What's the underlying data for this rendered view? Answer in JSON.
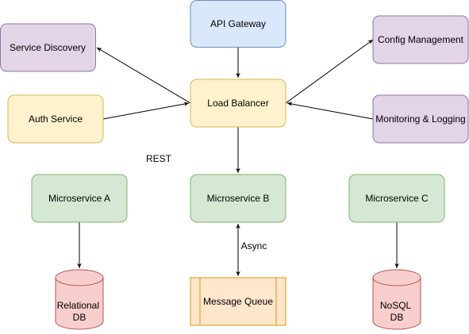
{
  "colors": {
    "blue_fill": "#dae8fc",
    "blue_stroke": "#6c8ebf",
    "yellow_fill": "#fff2cc",
    "yellow_stroke": "#d6b656",
    "purple_fill": "#e1d5e7",
    "purple_stroke": "#9673a6",
    "green_fill": "#d5e8d4",
    "green_stroke": "#82b366",
    "red_fill": "#f8cecc",
    "red_stroke": "#b85450",
    "orange_fill": "#ffe6cc",
    "orange_stroke": "#d79b00",
    "edge": "#000000"
  },
  "nodes": {
    "api_gateway": "API Gateway",
    "service_discovery": "Service Discovery",
    "config_management": "Config Management",
    "auth_service": "Auth Service",
    "load_balancer": "Load Balancer",
    "monitoring_logging": "Monitoring & Logging",
    "microservice_a": "Microservice A",
    "microservice_b": "Microservice B",
    "microservice_c": "Microservice C",
    "relational_db": [
      "Relational",
      "DB"
    ],
    "message_queue": "Message Queue",
    "nosql_db": [
      "NoSQL",
      "DB"
    ]
  },
  "edge_labels": {
    "rest": "REST",
    "async": "Async"
  }
}
